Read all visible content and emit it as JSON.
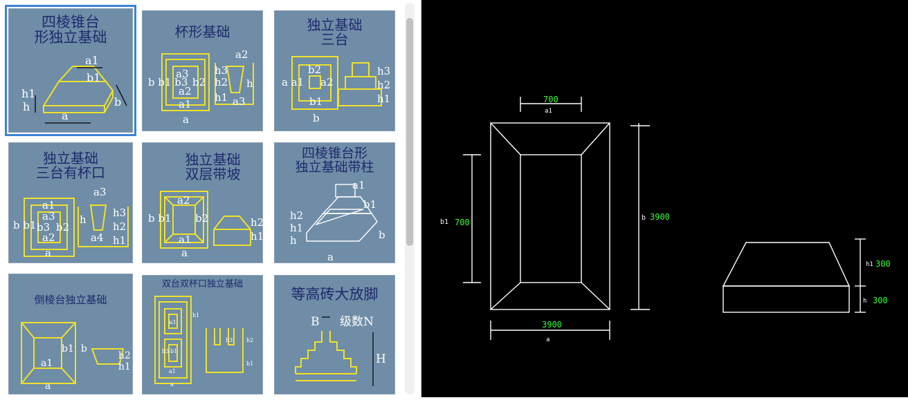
{
  "library": {
    "tiles": [
      {
        "title": "四棱锥台\n形独立基础",
        "labels": [
          "a1",
          "b1",
          "h1",
          "h",
          "a",
          "b"
        ],
        "selected": true
      },
      {
        "title": "杯形基础",
        "labels": [
          "a2",
          "h3",
          "h2",
          "h",
          "h1",
          "a3",
          "a3",
          "b b1 b3",
          "b2",
          "a2",
          "a1",
          "a"
        ]
      },
      {
        "title": "独立基础\n三台",
        "labels": [
          "b2",
          "h3",
          "a a1",
          "a2",
          "h2",
          "h1",
          "b1",
          "b"
        ]
      },
      {
        "title": "独立基础\n三台有杯口",
        "labels": [
          "a3",
          "a1",
          "a3",
          "h3",
          "b b1",
          "b3",
          "b2",
          "h",
          "h2",
          "a2",
          "a4",
          "h1",
          "a"
        ]
      },
      {
        "title": "独立基础\n双层带坡",
        "labels": [
          "a2",
          "b b1",
          "b2",
          "h2",
          "h1",
          "a1",
          "a"
        ]
      },
      {
        "title": "四棱锥台形\n独立基础带柱",
        "labels": [
          "a1",
          "b1",
          "h2",
          "h1",
          "h",
          "b",
          "a"
        ]
      },
      {
        "title": "倒棱台独立基础",
        "labels": [
          "b1",
          "b",
          "h2",
          "h1",
          "a1",
          "a"
        ]
      },
      {
        "title": "双台双杯口独立基础",
        "labels": [
          "a3",
          "h1",
          "h3",
          "h2",
          "b3",
          "b1",
          "h1",
          "a1",
          "a"
        ]
      },
      {
        "title": "等高砖大放脚",
        "labels": [
          "B",
          "级数N",
          "H"
        ]
      }
    ]
  },
  "cad_drawing": {
    "top_dim_value": "700",
    "top_dim_name": "a1",
    "left_dim_name": "b1",
    "left_dim_value": "700",
    "right_dim_name": "b",
    "right_dim_value": "3900",
    "bottom_dim_value": "3900",
    "bottom_dim_name": "a",
    "side_h1_name": "h1",
    "side_h1_value": "300",
    "side_h_name": "h",
    "side_h_value": "300"
  },
  "colors": {
    "tile_bg": "#6f8da6",
    "tile_title": "#1e2a6e",
    "selected_outline": "#3b82d6",
    "cad_bg": "#000000",
    "cad_value": "#33ff33"
  }
}
